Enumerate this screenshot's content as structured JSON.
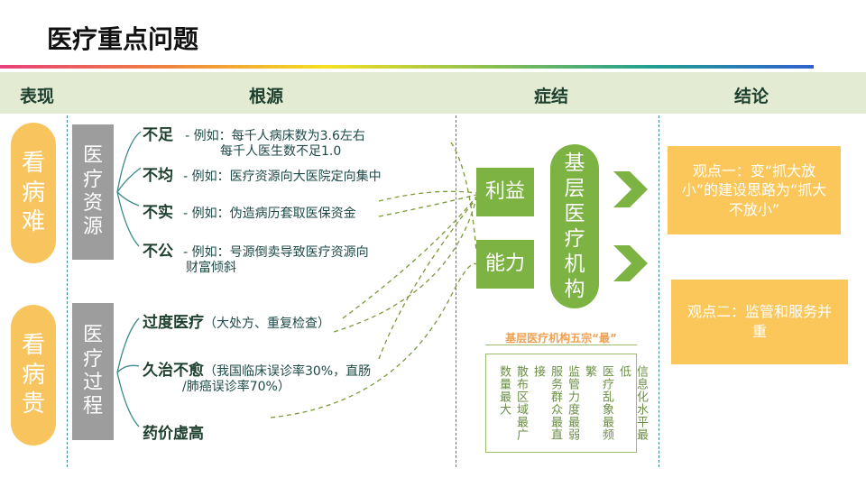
{
  "title": "医疗重点问题",
  "headers": [
    "表现",
    "根源",
    "症结",
    "结论"
  ],
  "symptoms": [
    {
      "chars": [
        "看",
        "病",
        "难"
      ]
    },
    {
      "chars": [
        "看",
        "病",
        "贵"
      ]
    }
  ],
  "sources": [
    {
      "chars": [
        "医",
        "疗",
        "资",
        "源"
      ]
    },
    {
      "chars": [
        "医",
        "疗",
        "过",
        "程"
      ]
    }
  ],
  "resource_items": [
    {
      "kw": "不足",
      "ex": "- 例如：每千人病床数为3.6左右",
      "ex2": "每千人医生数不足1.0"
    },
    {
      "kw": "不均",
      "ex": "- 例如：医疗资源向大医院定向集中"
    },
    {
      "kw": "不实",
      "ex": "- 例如：伪造病历套取医保资金"
    },
    {
      "kw": "不公",
      "ex": "- 例如：号源倒卖导致医疗资源向",
      "ex2": "财富倾斜"
    }
  ],
  "process_items": [
    {
      "kw": "过度医疗",
      "ex": "（大处方、重复检查）"
    },
    {
      "kw": "久治不愈",
      "ex": "（我国临床误诊率30%，直肠",
      "ex2": "/肺癌误诊率70%）"
    },
    {
      "kw": "药价虚高"
    }
  ],
  "crux": {
    "box1": "利益",
    "box2": "能力",
    "oval": [
      "基",
      "层",
      "医",
      "疗",
      "机",
      "构"
    ]
  },
  "five_most": {
    "title": "基层医疗机构五宗“最”",
    "items": [
      "数量最大",
      "散布区域最广",
      "服务群众最直接",
      "监管力度最弱",
      "医疗乱象最频繁",
      "信息化水平最低"
    ]
  },
  "conclusions": [
    "观点一：变“抓大放小”的建设思路为“抓大不放小”",
    "观点二：监管和服务并重"
  ],
  "colors": {
    "orange": "#f8c45e",
    "green": "#7cb342",
    "gray": "#9d9d9d",
    "band": "#e3ebd3"
  }
}
